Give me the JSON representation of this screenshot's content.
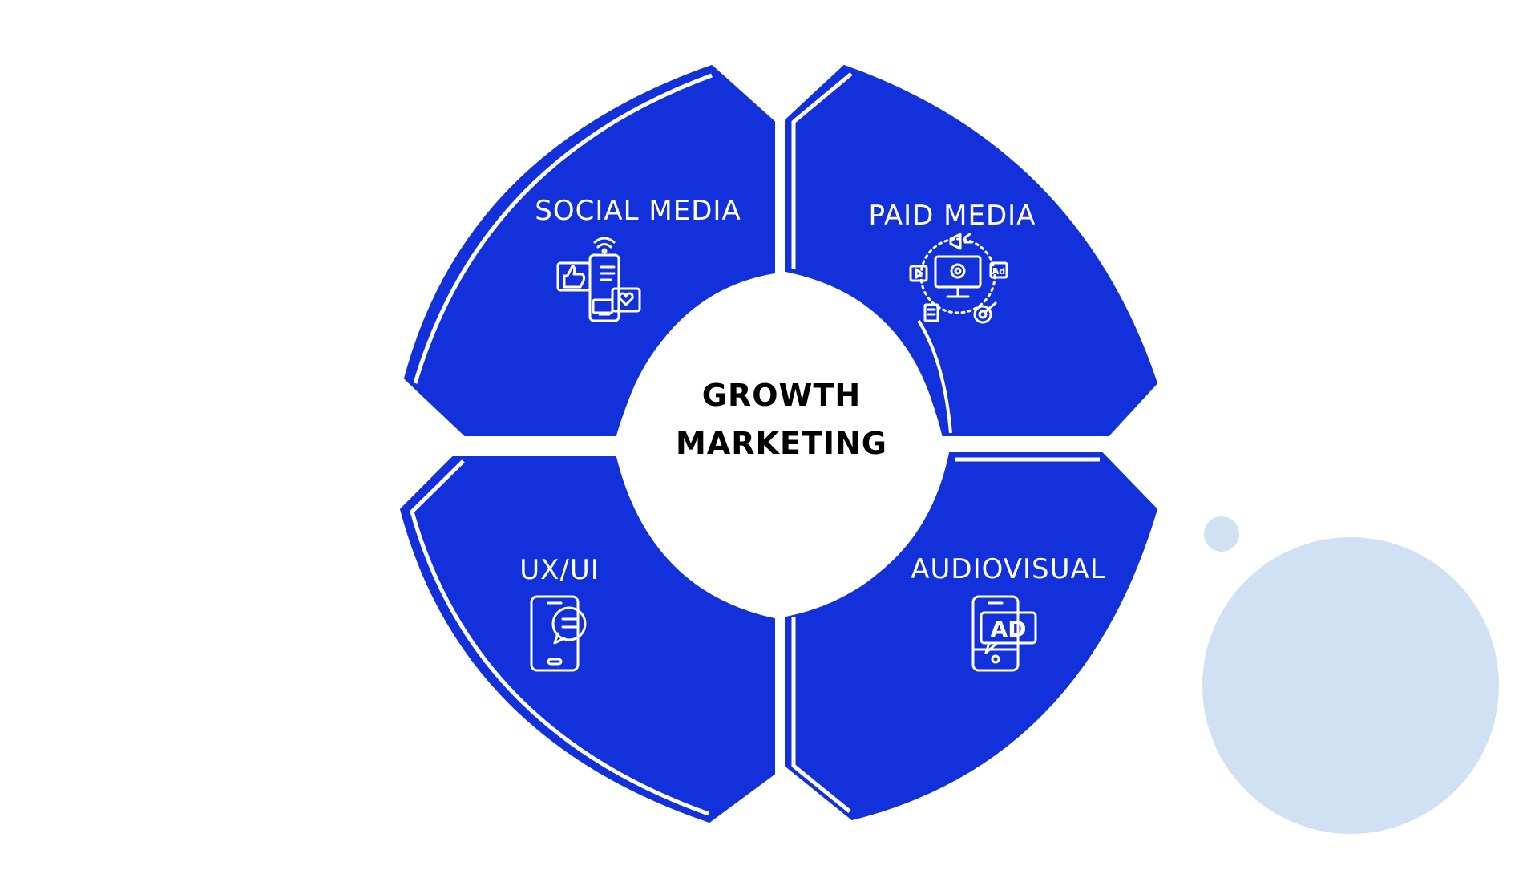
{
  "colors": {
    "segment_fill": "#1331DA",
    "center_fill": "#FFFFFF",
    "accent_small_circle": "#CFE1F3",
    "accent_large_circle": "#CFE1F3"
  },
  "center": {
    "line1": "GROWTH",
    "line2": "MARKETING"
  },
  "segments": [
    {
      "label": "SOCIAL MEDIA",
      "icon": "social-media-icon"
    },
    {
      "label": "PAID MEDIA",
      "icon": "paid-media-icon"
    },
    {
      "label": "UX/UI",
      "icon": "ux-ui-phone-chat-icon"
    },
    {
      "label": "AUDIOVISUAL",
      "icon": "ad-phone-icon"
    }
  ]
}
